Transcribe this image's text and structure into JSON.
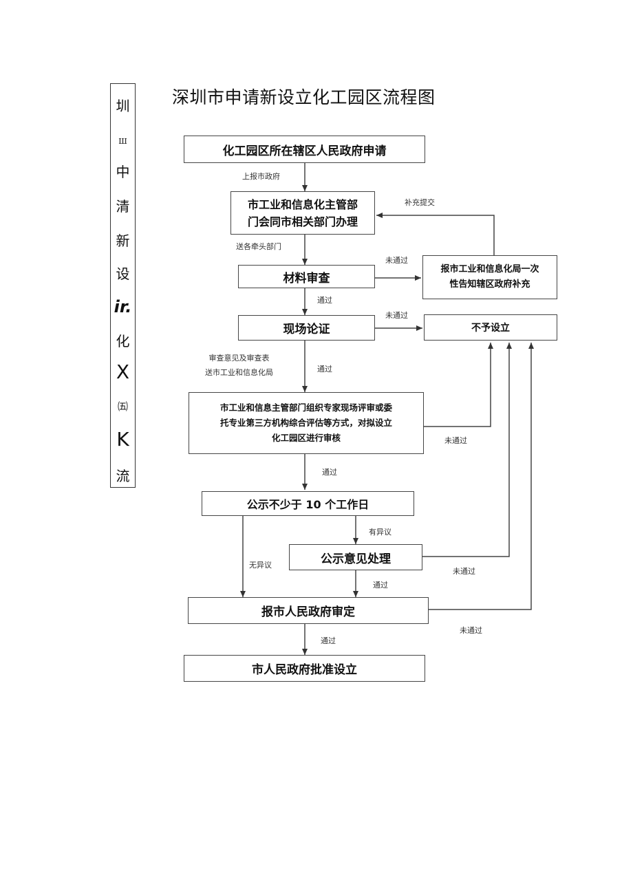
{
  "sidebar": {
    "chars": [
      "圳",
      "Ш",
      "中",
      "清",
      "新",
      "设",
      "ir.",
      "化",
      "X",
      "㈤",
      "K",
      "流"
    ]
  },
  "title": "深圳市申请新设立化工园区流程图",
  "nodes": {
    "apply": "化工园区所在辖区人民政府申请",
    "city_dept": "市工业和信息化主管部\n门会同市相关部门办理",
    "material_review": "材料审查",
    "supplement": "报市工业和信息化局一次\n性告知辖区政府补充",
    "site_demo": "现场论证",
    "reject": "不予设立",
    "expert_review": "市工业和信息主管部门组织专家现场评审或委\n托专业第三方机构综合评估等方式，对拟设立\n化工园区进行审核",
    "publicity": "公示不少于 10 个工作日",
    "objection_handling": "公示意见处理",
    "report_gov": "报市人民政府审定",
    "approve": "市人民政府批准设立"
  },
  "edges": {
    "report_city": "上报市政府",
    "supplement_submit": "补充提交",
    "to_lead_dept": "送各牵头部门",
    "material_fail": "未通过",
    "material_pass": "通过",
    "site_fail": "未通过",
    "review_opinion": "审查意见及审查表\n送市工业和信息化局",
    "site_pass": "通过",
    "expert_fail": "未通过",
    "expert_pass": "通过",
    "has_objection": "有异议",
    "no_objection": "无异议",
    "objection_fail": "未通过",
    "objection_pass": "通过",
    "gov_fail": "未通过",
    "gov_pass": "通过"
  }
}
